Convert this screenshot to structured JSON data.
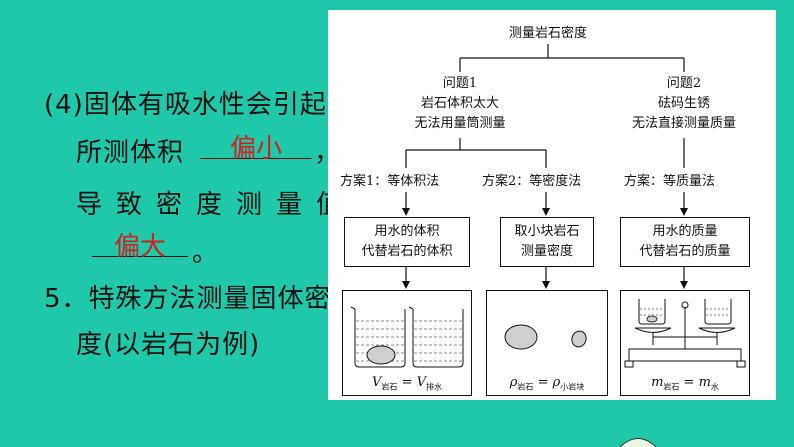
{
  "left": {
    "line1": "(4)固体有吸水性会引起",
    "line2_prefix": "所测体积",
    "line2_suffix": "，",
    "answer1": "偏小",
    "line3": "导致密度测量值",
    "answer2": "偏大",
    "line4_suffix": "。",
    "line5": "5．特殊方法测量固体密",
    "line6": "度(以岩石为例)"
  },
  "diagram": {
    "root": "测量岩石密度",
    "problem1": [
      "问题1",
      "岩石体积太大",
      "无法用量筒测量"
    ],
    "problem2": [
      "问题2",
      "砝码生锈",
      "无法直接测量质量"
    ],
    "plan1": "方案1：等体积法",
    "plan2": "方案2：等密度法",
    "plan3": "方案：等质量法",
    "box1": [
      "用水的体积",
      "代替岩石的体积"
    ],
    "box2": [
      "取小块岩石",
      "测量密度"
    ],
    "box3": [
      "用水的质量",
      "代替岩石的质量"
    ],
    "formula1": {
      "lhs": "V",
      "lhs_sub": "岩石",
      "rhs": "V",
      "rhs_sub": "排水"
    },
    "formula2": {
      "lhs": "ρ",
      "lhs_sub": "岩石",
      "rhs": "ρ",
      "rhs_sub": "小岩块"
    },
    "formula3": {
      "lhs": "m",
      "lhs_sub": "岩石",
      "rhs": "m",
      "rhs_sub": "水"
    }
  },
  "colors": {
    "background": "#1fc8a8",
    "answer": "#d42020"
  }
}
